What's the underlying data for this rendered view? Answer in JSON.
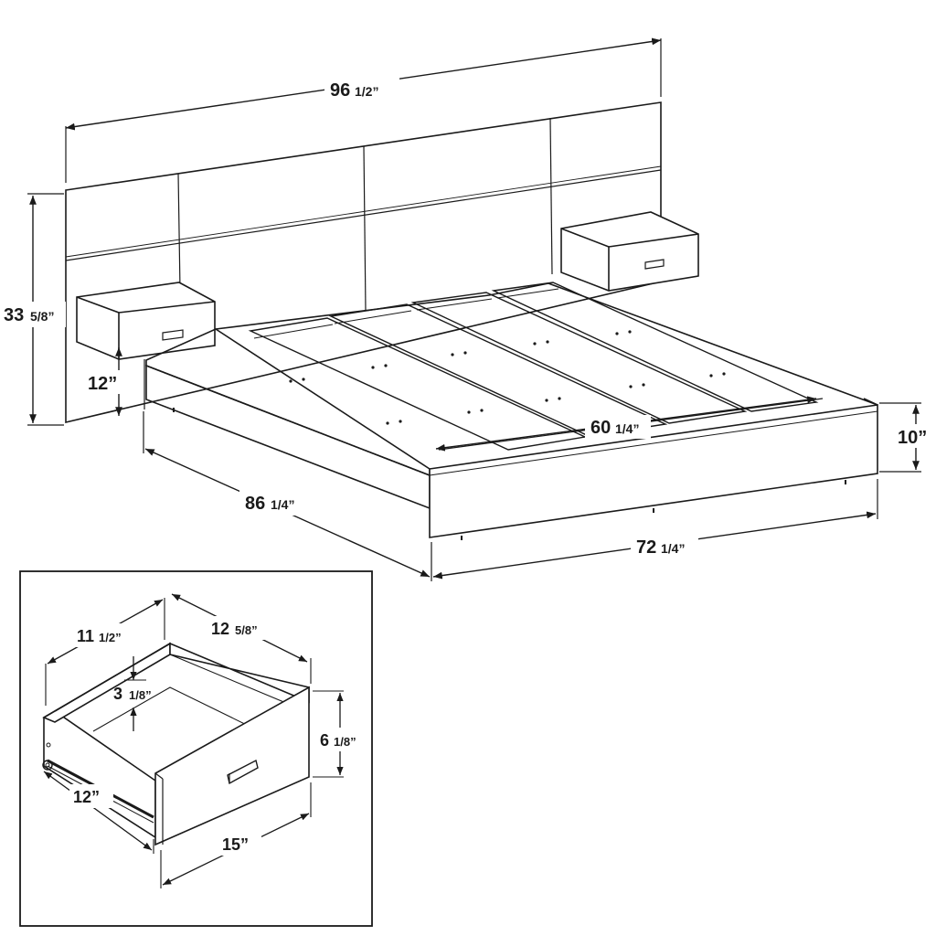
{
  "bed_diagram": {
    "dimensions": {
      "headboard_width": {
        "whole": "96",
        "fraction": "1/2”"
      },
      "headboard_height": {
        "whole": "33",
        "fraction": "5/8”"
      },
      "nightstand_height": {
        "whole": "12”",
        "fraction": ""
      },
      "inner_width": {
        "whole": "60",
        "fraction": "1/4”"
      },
      "frame_height": {
        "whole": "10”",
        "fraction": ""
      },
      "bed_length": {
        "whole": "86",
        "fraction": "1/4”"
      },
      "bed_width": {
        "whole": "72",
        "fraction": "1/4”"
      }
    }
  },
  "drawer_inset": {
    "dimensions": {
      "inner_width": {
        "whole": "11",
        "fraction": "1/2”"
      },
      "inner_depth": {
        "whole": "12",
        "fraction": "5/8”"
      },
      "inner_height": {
        "whole": "3",
        "fraction": "1/8”"
      },
      "front_height": {
        "whole": "6",
        "fraction": "1/8”"
      },
      "side_depth": {
        "whole": "12”",
        "fraction": ""
      },
      "front_width": {
        "whole": "15”",
        "fraction": ""
      }
    }
  },
  "colors": {
    "line": "#1a1a1a",
    "background": "#ffffff"
  }
}
